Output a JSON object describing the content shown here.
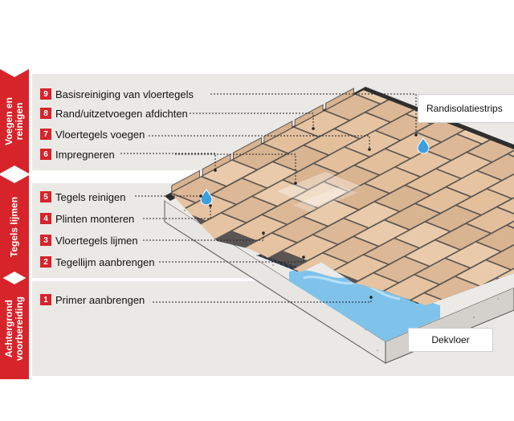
{
  "phases": [
    {
      "label_line1": "Voegen en",
      "label_line2": "reinigen"
    },
    {
      "label_line1": "Tegels lijmen",
      "label_line2": ""
    },
    {
      "label_line1": "Achtergrond",
      "label_line2": "voorbereiding"
    }
  ],
  "steps": [
    {
      "number": "9",
      "text": "Basisreiniging van vloertegels"
    },
    {
      "number": "8",
      "text": "Rand/uitzetvoegen afdichten"
    },
    {
      "number": "7",
      "text": "Vloertegels voegen"
    },
    {
      "number": "6",
      "text": "Impregneren"
    },
    {
      "number": "5",
      "text": "Tegels reinigen"
    },
    {
      "number": "4",
      "text": "Plinten monteren"
    },
    {
      "number": "3",
      "text": "Vloertegels lijmen"
    },
    {
      "number": "2",
      "text": "Tegellijm aanbrengen"
    },
    {
      "number": "1",
      "text": "Primer aanbrengen"
    }
  ],
  "callouts": {
    "edge_strip": "Randisolatiestrips",
    "subfloor": "Dekvloer"
  },
  "colors": {
    "accent_red": "#d7232a",
    "tile": "#e3c1a0",
    "grout": "#5a5552",
    "adhesive": "#3c4650",
    "primer": "#7fc3ea",
    "screed": "#e6e4e0",
    "band": "#ebe9e6"
  }
}
